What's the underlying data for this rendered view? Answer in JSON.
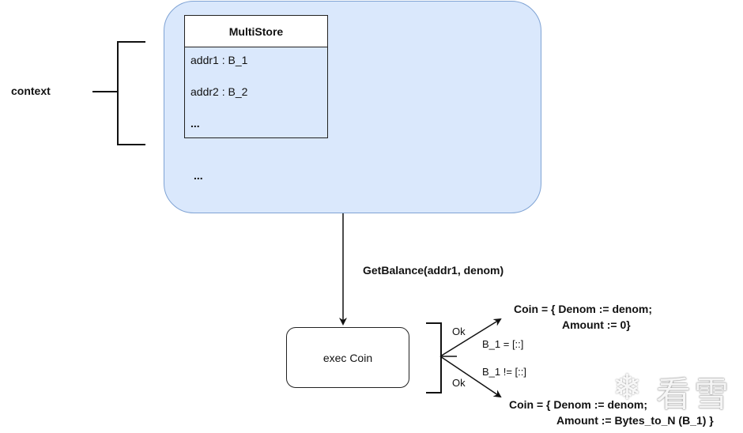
{
  "context": {
    "label": "context"
  },
  "multistore": {
    "title": "MultiStore",
    "rows": [
      "addr1 : B_1",
      "addr2 : B_2",
      "..."
    ]
  },
  "container": {
    "ellipsis": "..."
  },
  "call": {
    "label": "GetBalance(addr1, denom)"
  },
  "exec": {
    "label": "exec Coin"
  },
  "branches": [
    {
      "status": "Ok",
      "condition": "B_1 = [::]",
      "result_line1": "Coin = { Denom := denom;",
      "result_line2": "Amount := 0}"
    },
    {
      "status": "Ok",
      "condition": "B_1 != [::]",
      "result_line1": "Coin = { Denom := denom;",
      "result_line2": "Amount := Bytes_to_N (B_1) }"
    }
  ],
  "watermark": {
    "icon": "snowflake-icon",
    "glyph": "❄",
    "text": "看雪"
  },
  "colors": {
    "container_fill": "#dae8fc",
    "container_border": "#7fa3d4",
    "stroke": "#111111"
  }
}
